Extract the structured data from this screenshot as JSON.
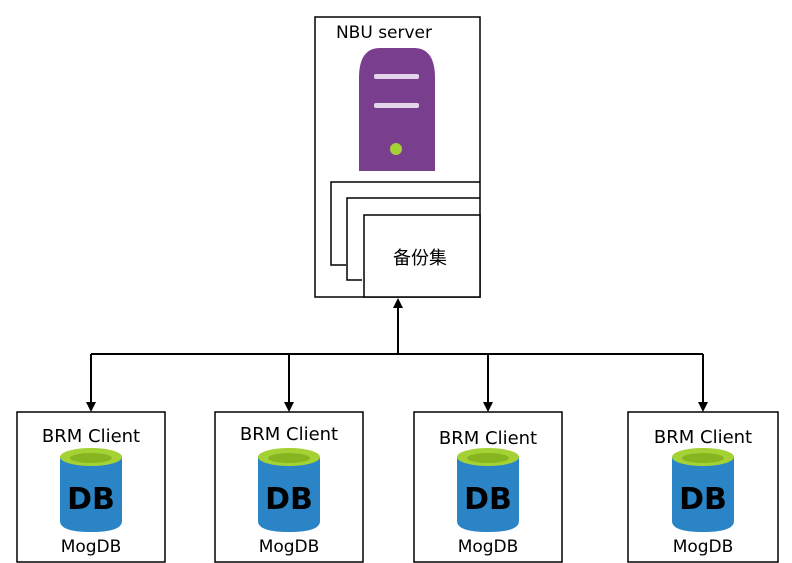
{
  "server": {
    "title": "NBU server",
    "backup_set_label": "备份集"
  },
  "clients": [
    {
      "title": "BRM Client",
      "icon_text": "DB",
      "db_label": "MogDB"
    },
    {
      "title": "BRM Client",
      "icon_text": "DB",
      "db_label": "MogDB"
    },
    {
      "title": "BRM Client",
      "icon_text": "DB",
      "db_label": "MogDB"
    },
    {
      "title": "BRM Client",
      "icon_text": "DB",
      "db_label": "MogDB"
    }
  ],
  "colors": {
    "server_body": "#7a3e8e",
    "server_slot": "#e4d6ea",
    "server_led": "#a4d234",
    "db_body": "#2a84c6",
    "db_top": "#a4d234",
    "db_text": "#ffffff"
  },
  "icons": {
    "server": "server-icon",
    "database": "database-icon"
  }
}
